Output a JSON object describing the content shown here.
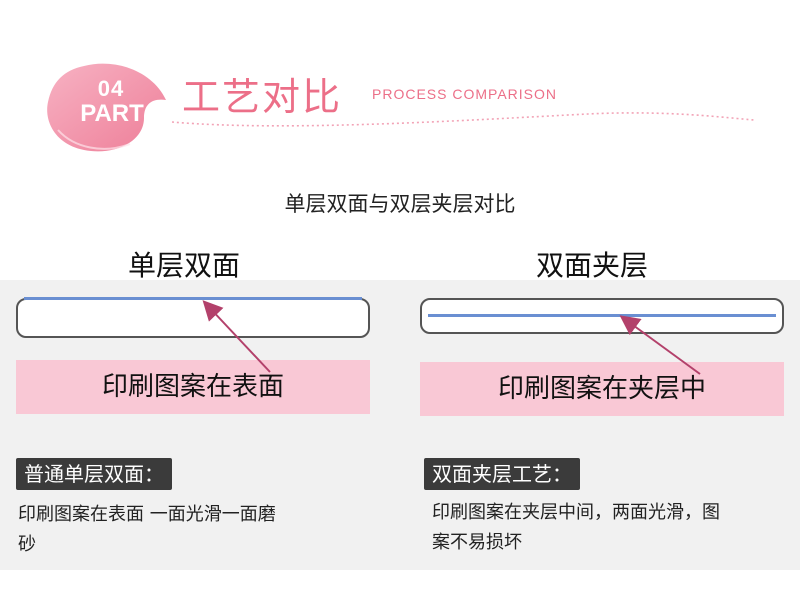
{
  "header": {
    "badge_number": "04",
    "badge_word": "PART",
    "title": "工艺对比",
    "subtitle": "PROCESS COMPARISON"
  },
  "main": {
    "heading": "单层双面与双层夹层对比"
  },
  "left": {
    "title": "单层双面",
    "pink_label": "印刷图案在表面",
    "tag": "普通单层双面：",
    "description_line1": "印刷图案在表面 一面光滑一面磨",
    "description_line2": "砂"
  },
  "right": {
    "title": "双面夹层",
    "pink_label": "印刷图案在夹层中",
    "tag": "双面夹层工艺：",
    "description_line1": "印刷图案在夹层中间，两面光滑，图",
    "description_line2": "案不易损坏"
  },
  "colors": {
    "accent_pink": "#ec6f88",
    "badge_pink": "#f39bb0",
    "label_bg": "#3b3b3b",
    "pink_band": "#f9c8d5",
    "blue_line": "#6a8fd2",
    "arrow": "#b3416b"
  }
}
